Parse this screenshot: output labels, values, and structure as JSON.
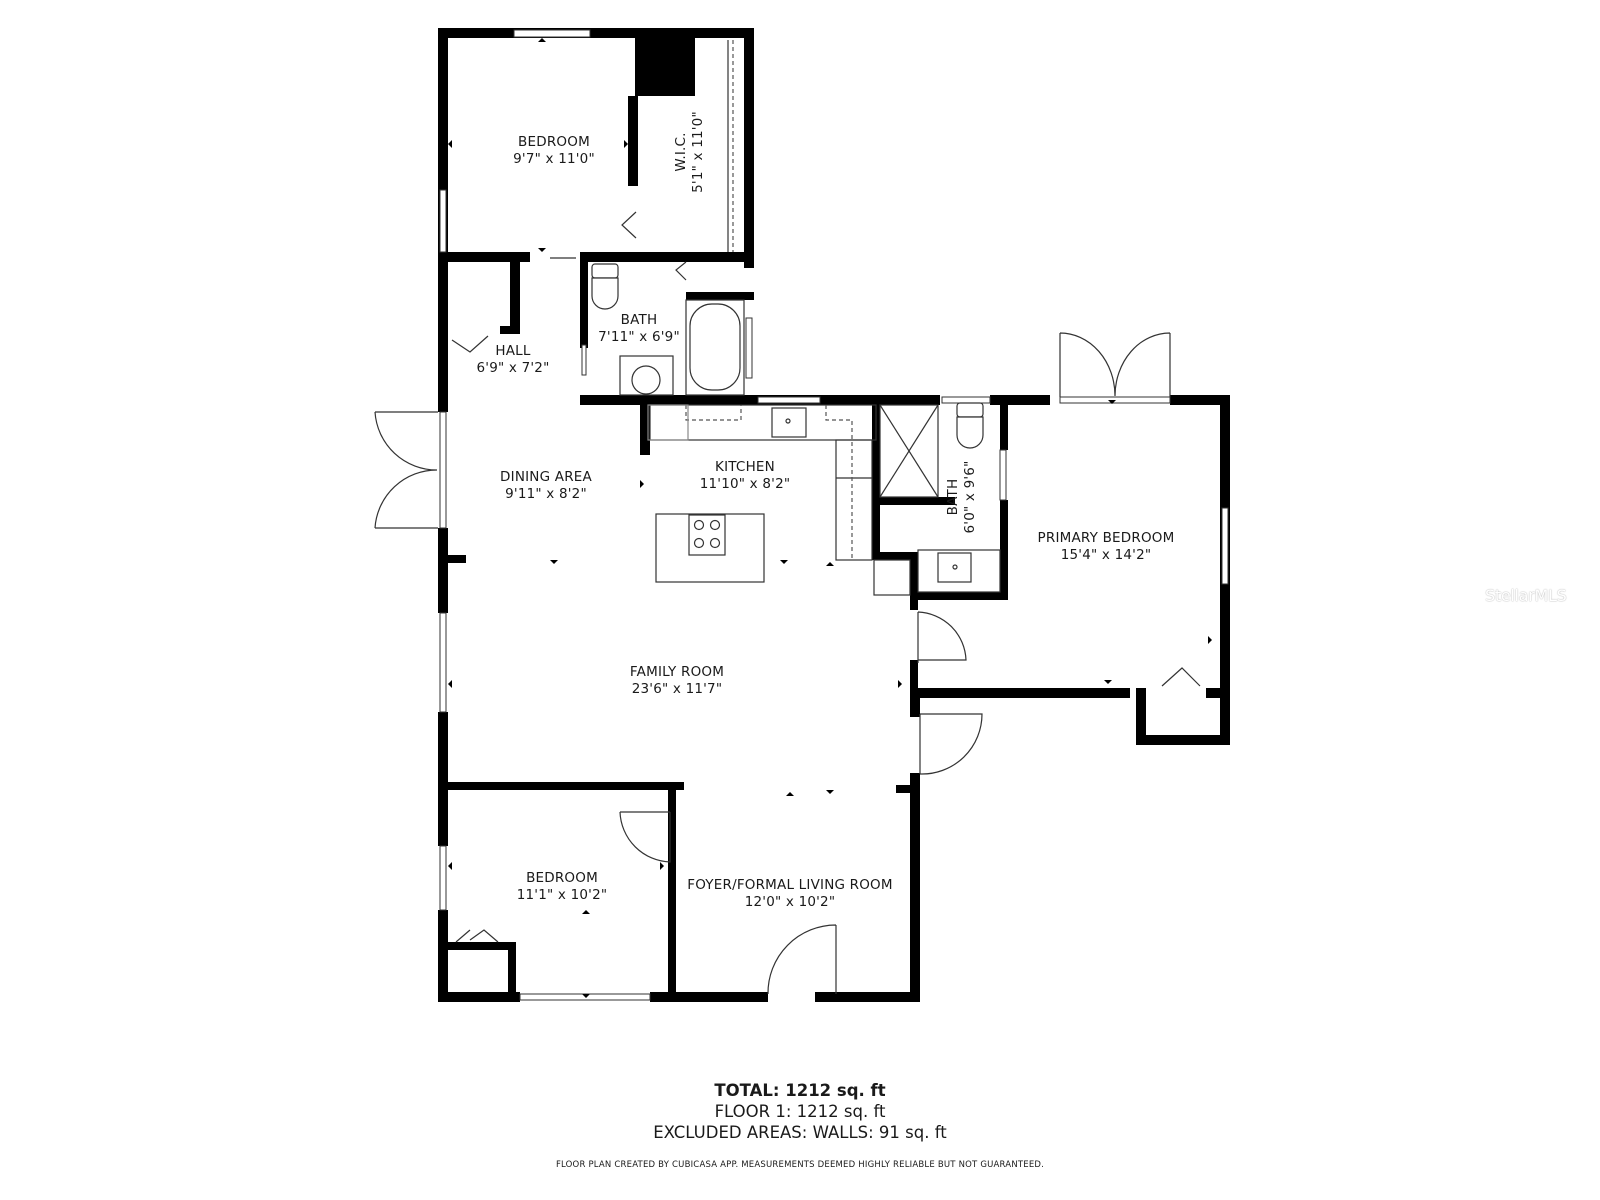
{
  "floor_plan": {
    "rooms": [
      {
        "id": "bedroom-north",
        "name": "BEDROOM",
        "dimensions": "9'7\" x 11'0\""
      },
      {
        "id": "wic",
        "name": "W.I.C.",
        "dimensions": "5'1\" x 11'0\""
      },
      {
        "id": "hall",
        "name": "HALL",
        "dimensions": "6'9\" x 7'2\""
      },
      {
        "id": "bath-hall",
        "name": "BATH",
        "dimensions": "7'11\" x 6'9\""
      },
      {
        "id": "dining-area",
        "name": "DINING AREA",
        "dimensions": "9'11\" x 8'2\""
      },
      {
        "id": "kitchen",
        "name": "KITCHEN",
        "dimensions": "11'10\" x 8'2\""
      },
      {
        "id": "bath-primary",
        "name": "BATH",
        "dimensions": "6'0\" x 9'6\""
      },
      {
        "id": "primary-bedroom",
        "name": "PRIMARY BEDROOM",
        "dimensions": "15'4\" x 14'2\""
      },
      {
        "id": "family-room",
        "name": "FAMILY ROOM",
        "dimensions": "23'6\" x 11'7\""
      },
      {
        "id": "bedroom-south",
        "name": "BEDROOM",
        "dimensions": "11'1\" x 10'2\""
      },
      {
        "id": "foyer",
        "name": "FOYER/FORMAL LIVING ROOM",
        "dimensions": "12'0\" x 10'2\""
      }
    ],
    "totals": {
      "total": "TOTAL: 1212 sq. ft",
      "floor1": "FLOOR 1: 1212 sq. ft",
      "excluded": "EXCLUDED AREAS: WALLS: 91 sq. ft"
    },
    "disclaimer": "FLOOR PLAN CREATED BY CUBICASA APP. MEASUREMENTS DEEMED HIGHLY RELIABLE BUT NOT GUARANTEED.",
    "watermark": "StellarMLS",
    "colors": {
      "wall": "#000000",
      "background": "#ffffff",
      "text": "#1a1a1a"
    }
  }
}
